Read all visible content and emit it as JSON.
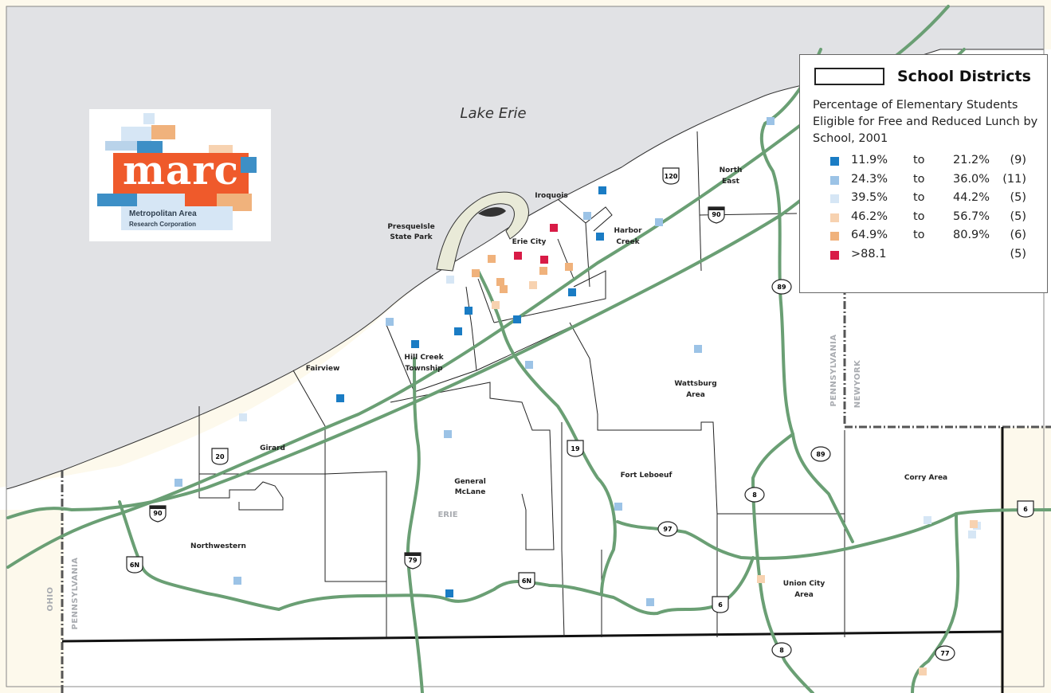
{
  "map": {
    "lake_label": "Lake Erie",
    "county_label": "ERIE",
    "state_labels": {
      "ohio": "OHIO",
      "pennsylvania_west": "PENNSYLVANIA",
      "pennsylvania_east": "PENNSYLVANIA",
      "new_york": "NEWYORK"
    },
    "districts": [
      {
        "name": "North",
        "line2": "East"
      },
      {
        "name": "Iroquois",
        "line2": ""
      },
      {
        "name": "Harbor",
        "line2": "Creek"
      },
      {
        "name": "PresqueIsle",
        "line2": "State Park"
      },
      {
        "name": "Erie City",
        "line2": ""
      },
      {
        "name": "Hill Creek",
        "line2": "Township"
      },
      {
        "name": "Fairview",
        "line2": ""
      },
      {
        "name": "Wattsburg",
        "line2": "Area"
      },
      {
        "name": "Girard",
        "line2": ""
      },
      {
        "name": "General",
        "line2": "McLane"
      },
      {
        "name": "Fort Leboeuf",
        "line2": ""
      },
      {
        "name": "Corry Area",
        "line2": ""
      },
      {
        "name": "Northwestern",
        "line2": ""
      },
      {
        "name": "Union City",
        "line2": "Area"
      }
    ],
    "route_shields": [
      "120",
      "90",
      "89",
      "20",
      "19",
      "89",
      "8",
      "97",
      "6",
      "90",
      "6N",
      "79",
      "6N",
      "6",
      "8",
      "77"
    ]
  },
  "logo": {
    "wordmark": "marc",
    "line1": "Metropolitan Area",
    "line2": "Research Corporation"
  },
  "legend": {
    "title": "School Districts",
    "description": "Percentage of Elementary Students Eligible for Free and Reduced Lunch by School, 2001",
    "classes": [
      {
        "low": "11.9%",
        "to": "to",
        "high": "21.2%",
        "count": "(9)",
        "color": "#1a7cc4"
      },
      {
        "low": "24.3%",
        "to": "to",
        "high": "36.0%",
        "count": "(11)",
        "color": "#9cc3e6"
      },
      {
        "low": "39.5%",
        "to": "to",
        "high": "44.2%",
        "count": "(5)",
        "color": "#d6e6f5"
      },
      {
        "low": "46.2%",
        "to": "to",
        "high": "56.7%",
        "count": "(5)",
        "color": "#f7d2b0"
      },
      {
        "low": "64.9%",
        "to": "to",
        "high": "80.9%",
        "count": "(6)",
        "color": "#f0b27c"
      },
      {
        "low": ">88.1",
        "to": "",
        "high": "",
        "count": "(5)",
        "color": "#d81b46"
      }
    ]
  },
  "colors": {
    "lake": "#e1e2e5",
    "land": "#ffffff",
    "outside_area": "#fdf9ec",
    "highway": "#6a9f74",
    "boundary": "#222222"
  }
}
